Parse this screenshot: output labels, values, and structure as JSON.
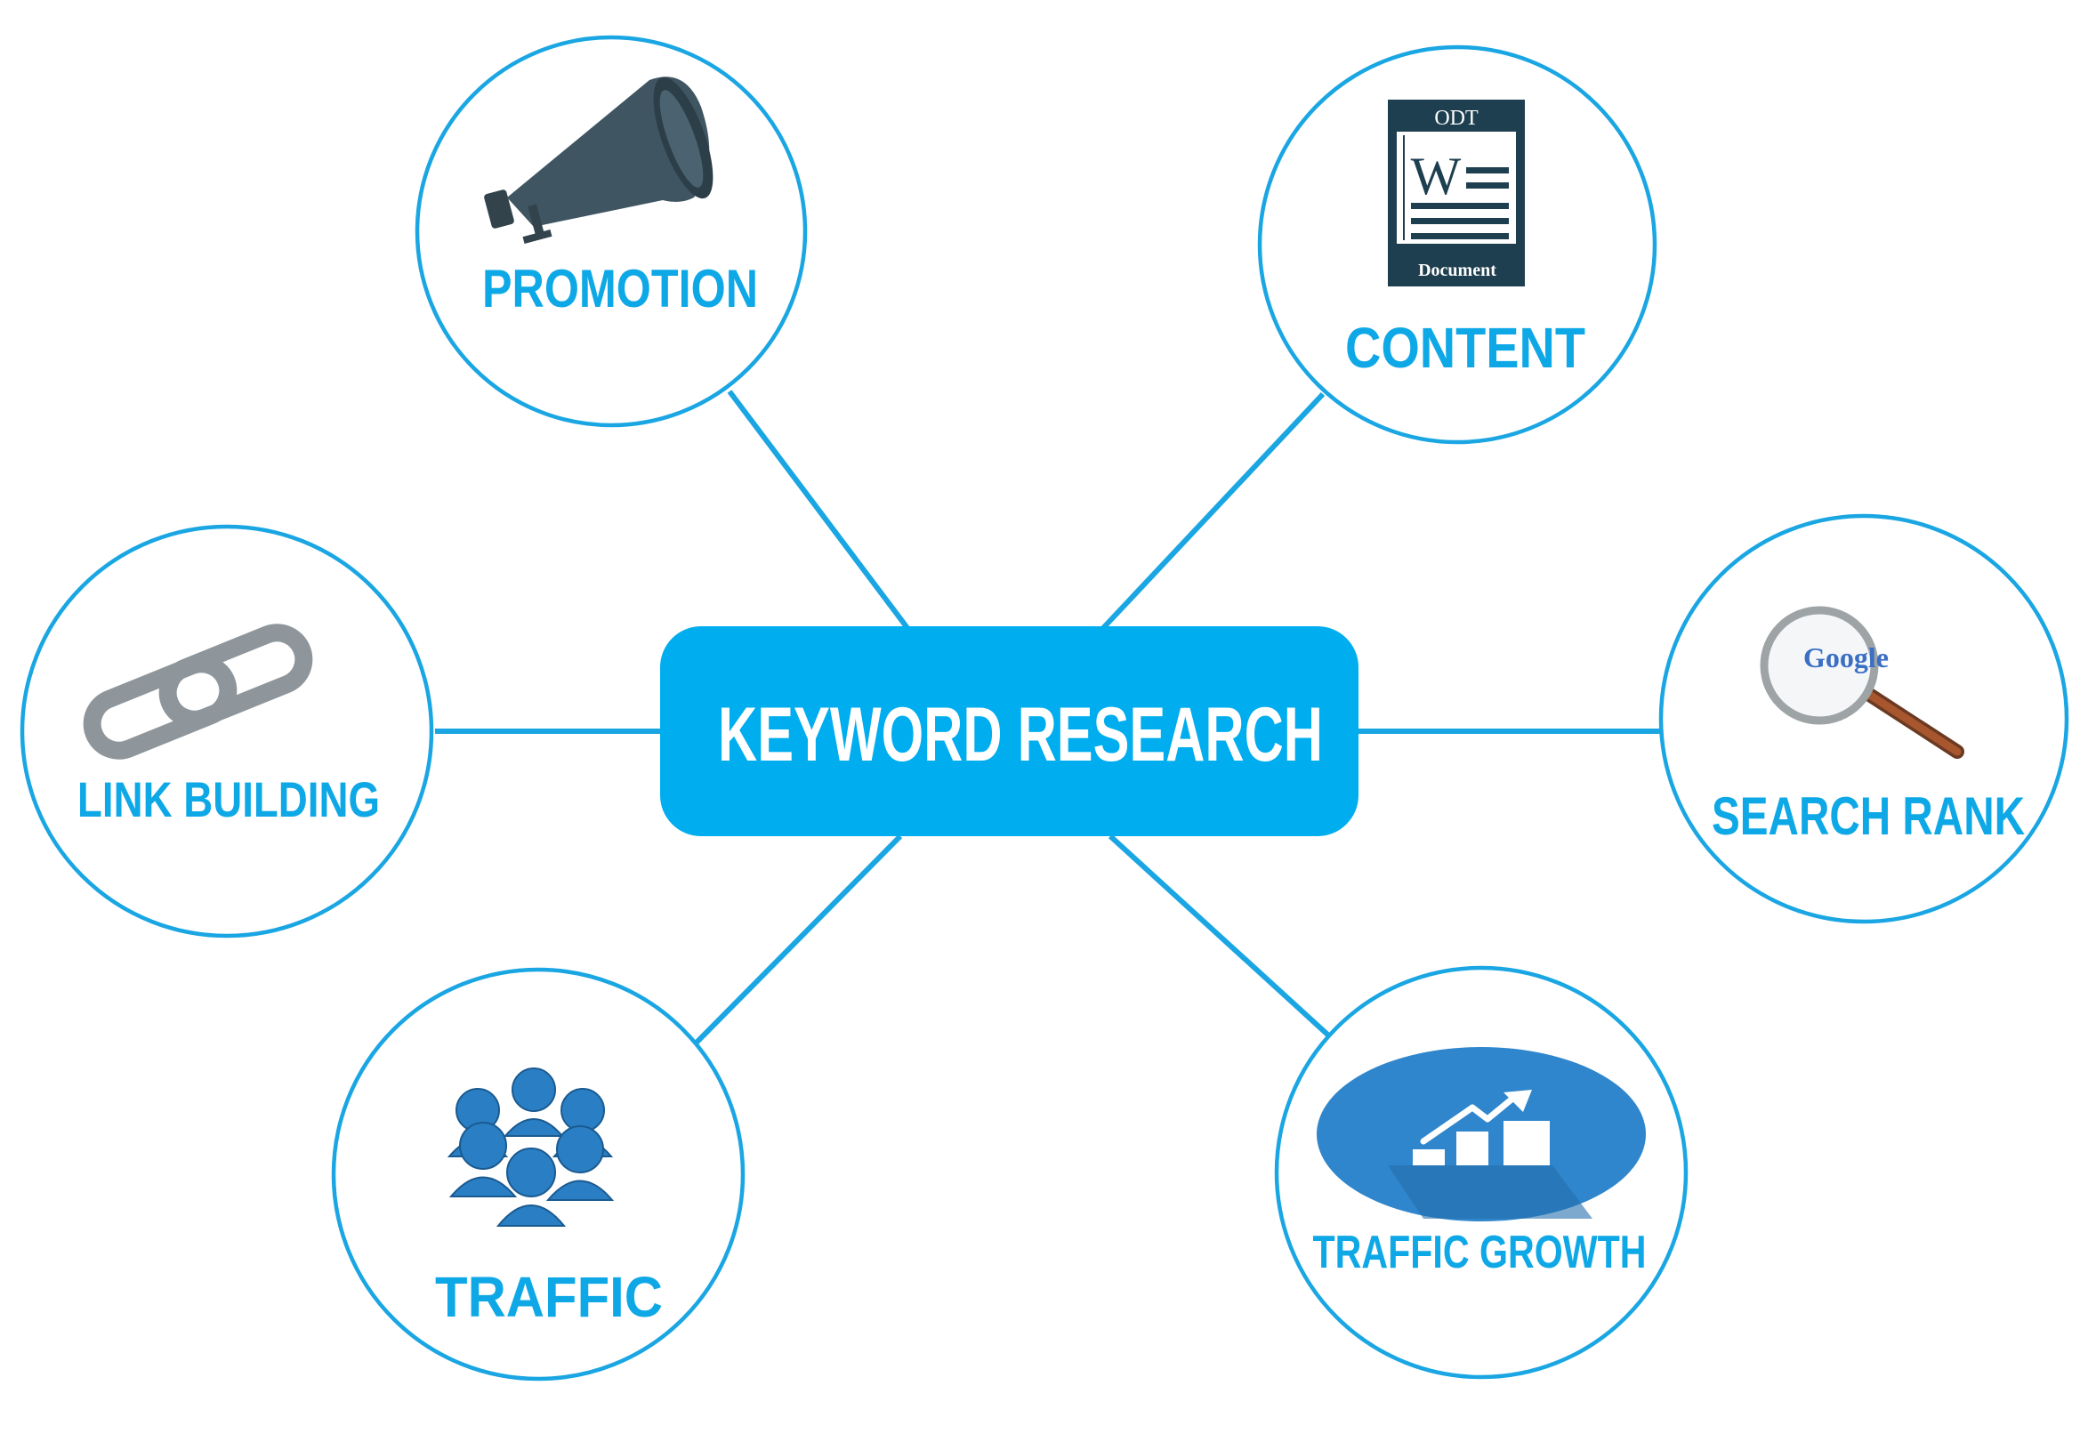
{
  "diagram": {
    "center": {
      "label": "KEYWORD RESEARCH"
    },
    "nodes": [
      {
        "id": "promotion",
        "label": "PROMOTION",
        "icon": "megaphone-icon"
      },
      {
        "id": "content",
        "label": "CONTENT",
        "icon": "document-icon",
        "icon_text": {
          "top": "ODT",
          "bottom": "Document",
          "letter": "W"
        }
      },
      {
        "id": "link-building",
        "label": "LINK BUILDING",
        "icon": "chain-link-icon"
      },
      {
        "id": "search-rank",
        "label": "SEARCH RANK",
        "icon": "magnifier-icon",
        "icon_text": {
          "brand": "Google"
        }
      },
      {
        "id": "traffic",
        "label": "TRAFFIC",
        "icon": "people-group-icon"
      },
      {
        "id": "traffic-growth",
        "label": "TRAFFIC GROWTH",
        "icon": "growth-chart-icon"
      }
    ]
  },
  "colors": {
    "accent": "#1aa6e3",
    "label": "#0fa8e6",
    "center_fill": "#00adee",
    "icon_dark": "#3f5562",
    "icon_grey": "#8e969b",
    "people": "#2a7fc4",
    "growth_oval": "#2f86cc"
  }
}
